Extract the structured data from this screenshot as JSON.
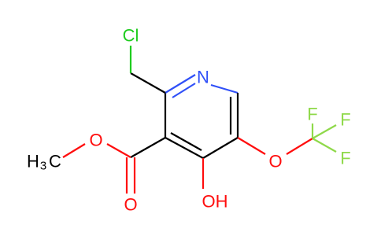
{
  "molecule": {
    "atoms": {
      "cl": "Cl",
      "n": "N",
      "o_ester_single": "O",
      "o_carbonyl": "O",
      "oh": "OH",
      "o_ether": "O",
      "f_top": "F",
      "f_right": "F",
      "f_bottom": "F",
      "methyl_h": "H",
      "methyl_sub": "3",
      "methyl_c": "C"
    },
    "colors": {
      "carbon": "#000000",
      "oxygen": "#ff0d0d",
      "nitrogen": "#3050f8",
      "chlorine": "#1fcc1f",
      "fluorine": "#8fd94a"
    }
  }
}
